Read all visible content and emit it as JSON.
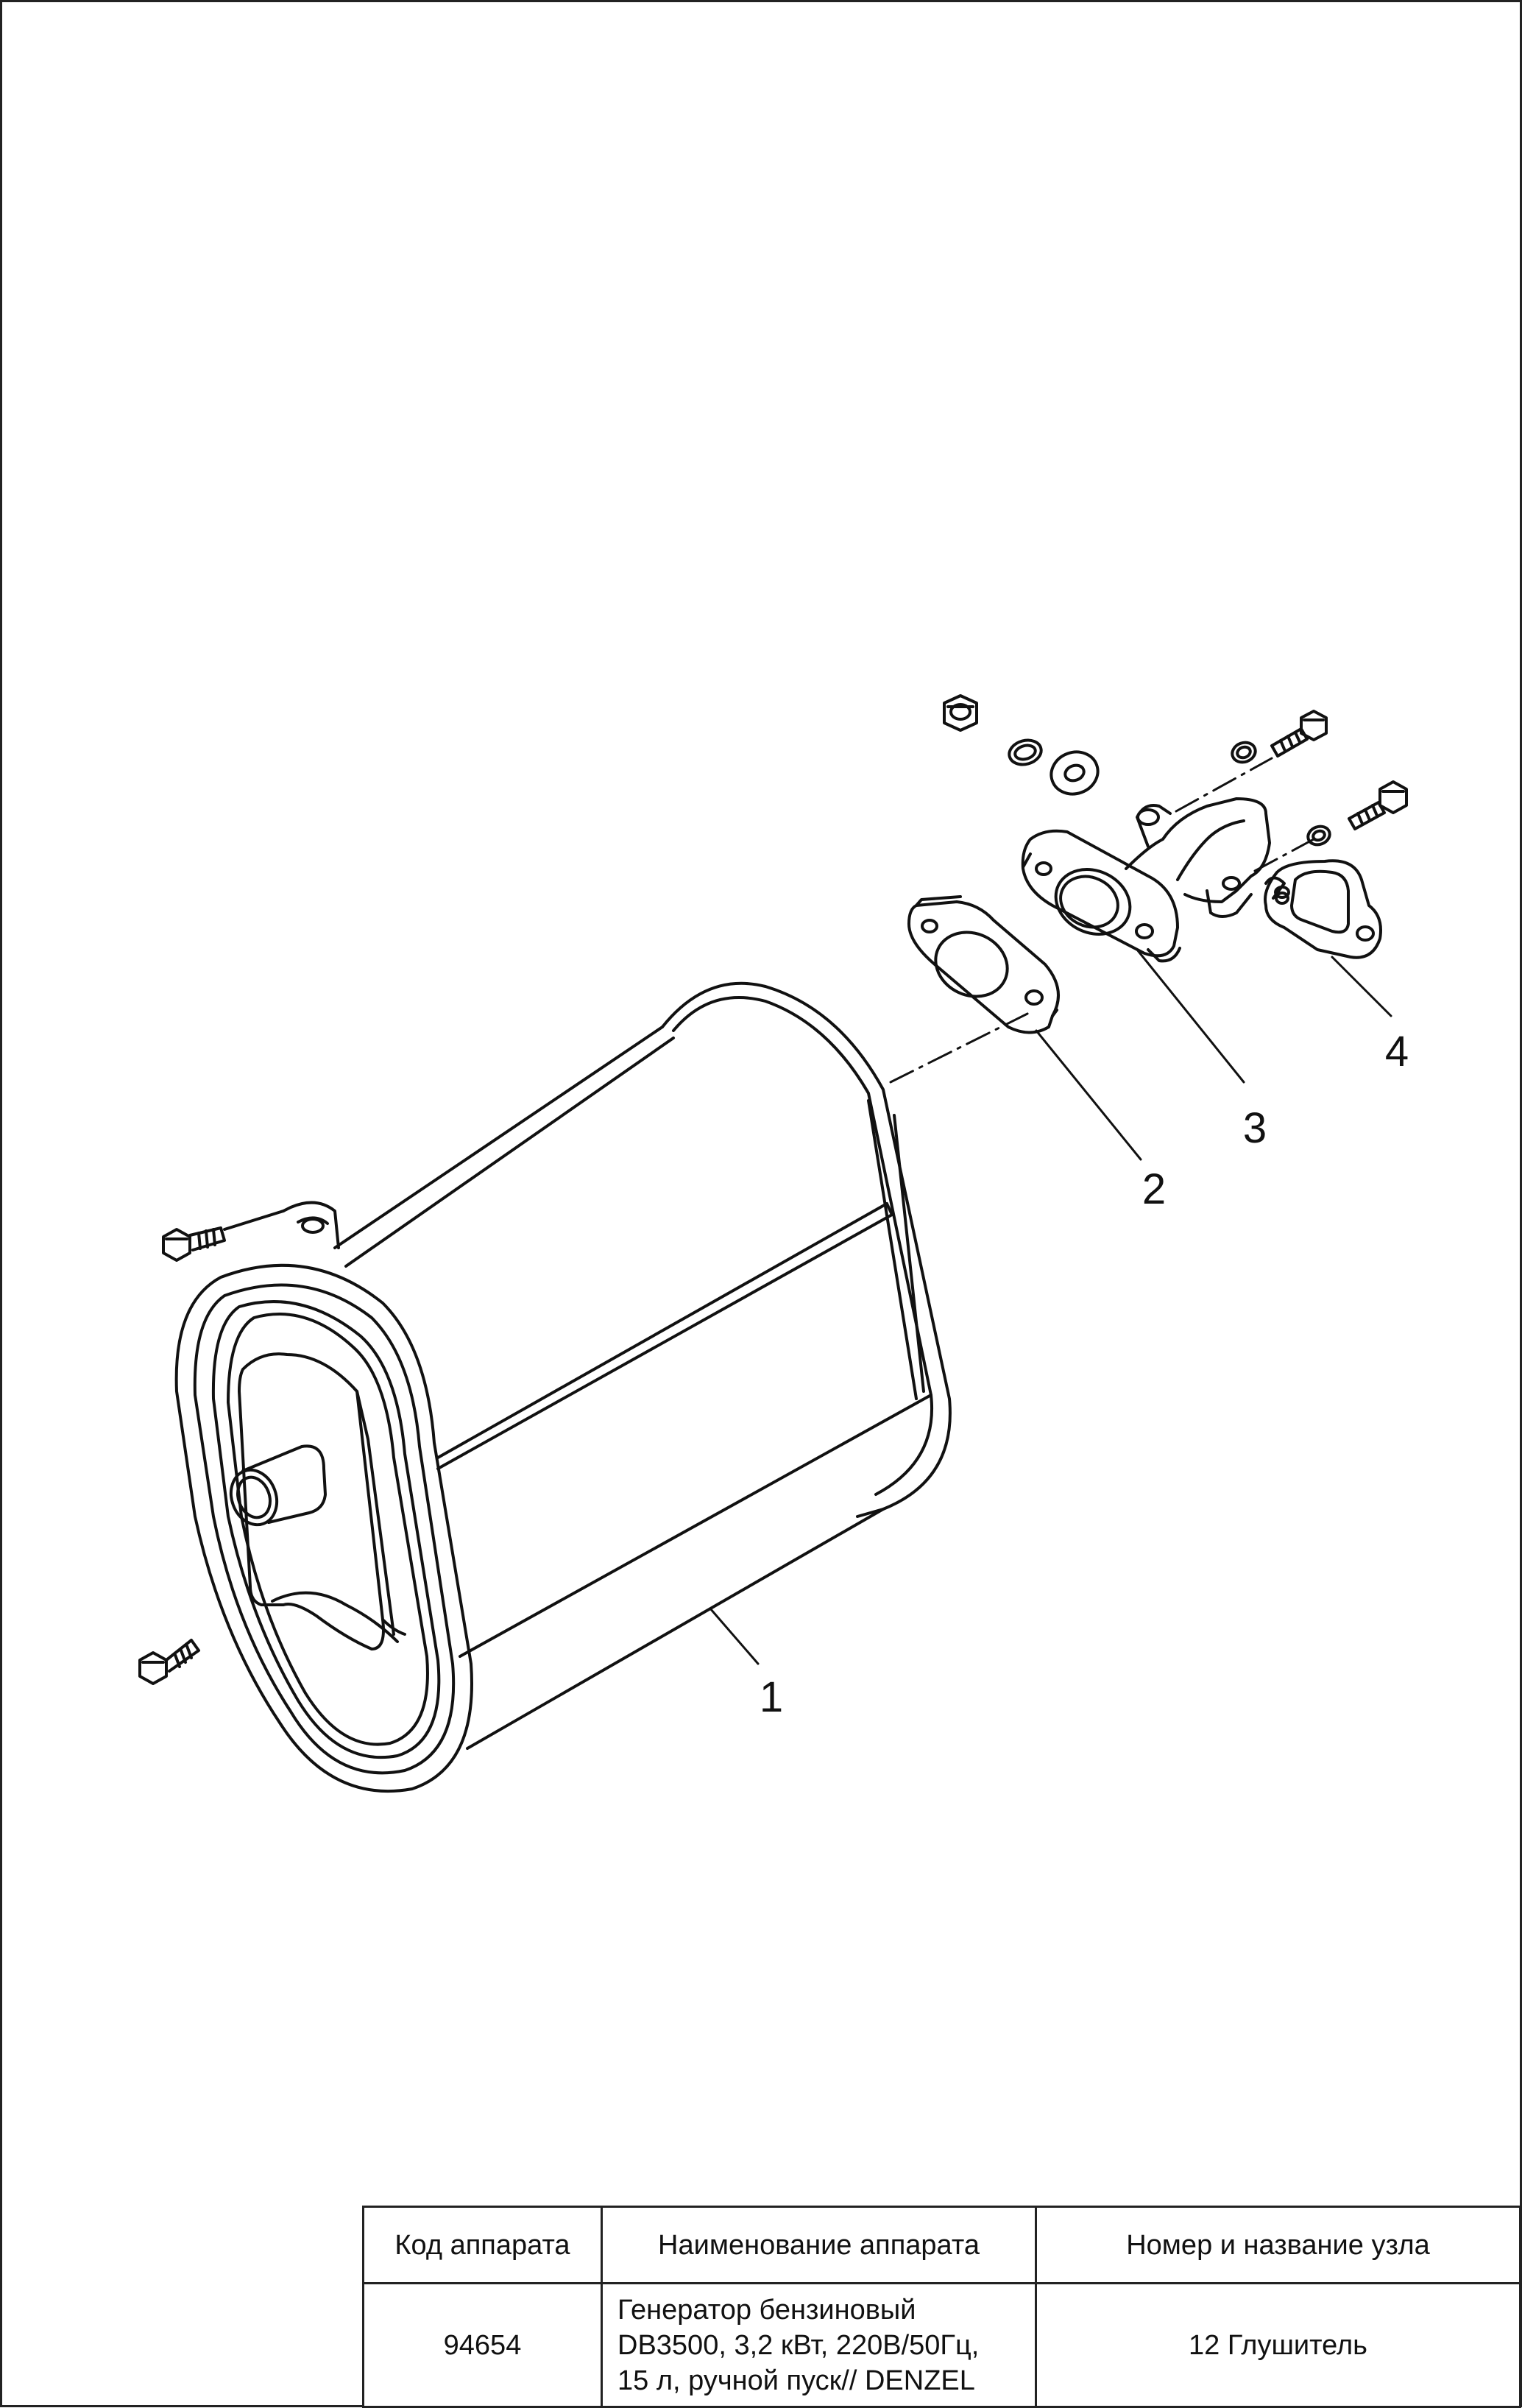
{
  "callouts": [
    "1",
    "2",
    "3",
    "4"
  ],
  "title_block": {
    "headers": {
      "code": "Код аппарата",
      "name": "Наименование аппарата",
      "node": "Номер и название узла"
    },
    "code": "94654",
    "name_lines": [
      "Генератор бензиновый",
      "DB3500, 3,2 кВт, 220В/50Гц,",
      "15 л, ручной пуск// DENZEL"
    ],
    "node": "12 Глушитель"
  }
}
